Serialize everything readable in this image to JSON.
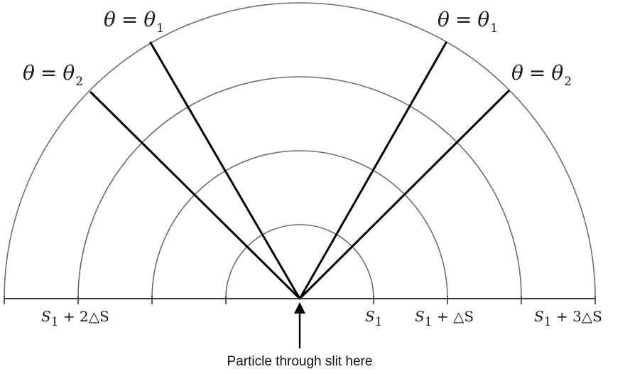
{
  "diagram": {
    "angle_labels": {
      "theta1": {
        "var": "θ",
        "eq": "=",
        "base": "θ",
        "sub": "1"
      },
      "theta2": {
        "var": "θ",
        "eq": "=",
        "base": "θ",
        "sub": "2"
      }
    },
    "radius_labels": {
      "s1": {
        "base": "S",
        "sub": "1",
        "rest": ""
      },
      "s1_plus_ds": {
        "base": "S",
        "sub": "1",
        "rest": " + △S"
      },
      "s1_plus_2ds": {
        "base": "S",
        "sub": "1",
        "rest": " + 2△S"
      },
      "s1_plus_3ds": {
        "base": "S",
        "sub": "1",
        "rest": " + 3△S"
      }
    },
    "caption": "Particle through slit here",
    "colors": {
      "arc": "#6e6e6e",
      "ray": "#000000",
      "baseline": "#3a3a3a",
      "text": "#1a1a1a"
    }
  }
}
